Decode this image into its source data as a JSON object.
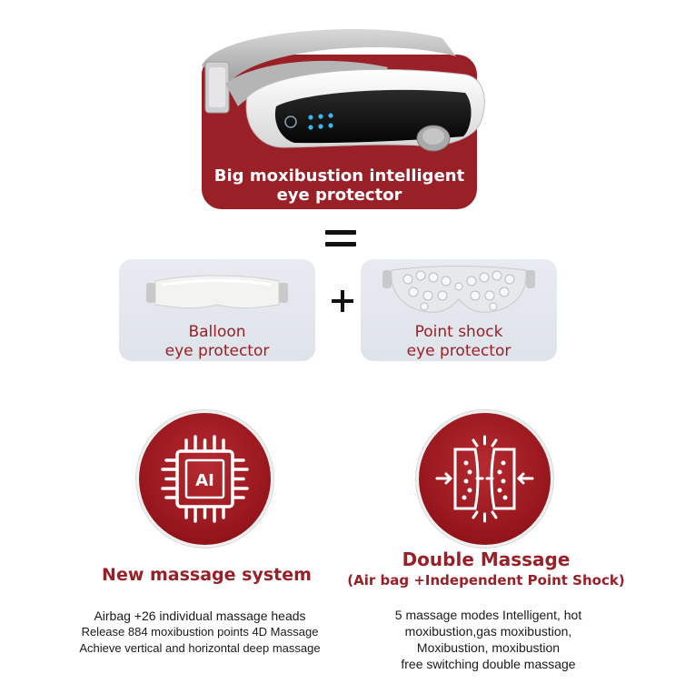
{
  "hero": {
    "title_line1": "Big moxibustion intelligent",
    "title_line2": "eye protector"
  },
  "components": {
    "left": {
      "line1": "Balloon",
      "line2": "eye protector"
    },
    "right": {
      "line1": "Point shock",
      "line2": "eye protector"
    }
  },
  "features": {
    "left": {
      "icon_label": "AI",
      "title": "New massage system",
      "desc": [
        "Airbag +26 individual massage heads",
        "Release 884 moxibustion points 4D Massage",
        "Achieve vertical and horizontal deep massage"
      ]
    },
    "right": {
      "title": "Double Massage",
      "subtitle": "(Air bag +Independent Point Shock)",
      "desc": [
        "5 massage modes Intelligent, hot",
        "moxibustion,gas moxibustion,",
        "Moxibustion, moxibustion",
        "free switching double massage"
      ]
    }
  },
  "colors": {
    "brand": "#9a2027",
    "card": "#e3e7ee"
  }
}
